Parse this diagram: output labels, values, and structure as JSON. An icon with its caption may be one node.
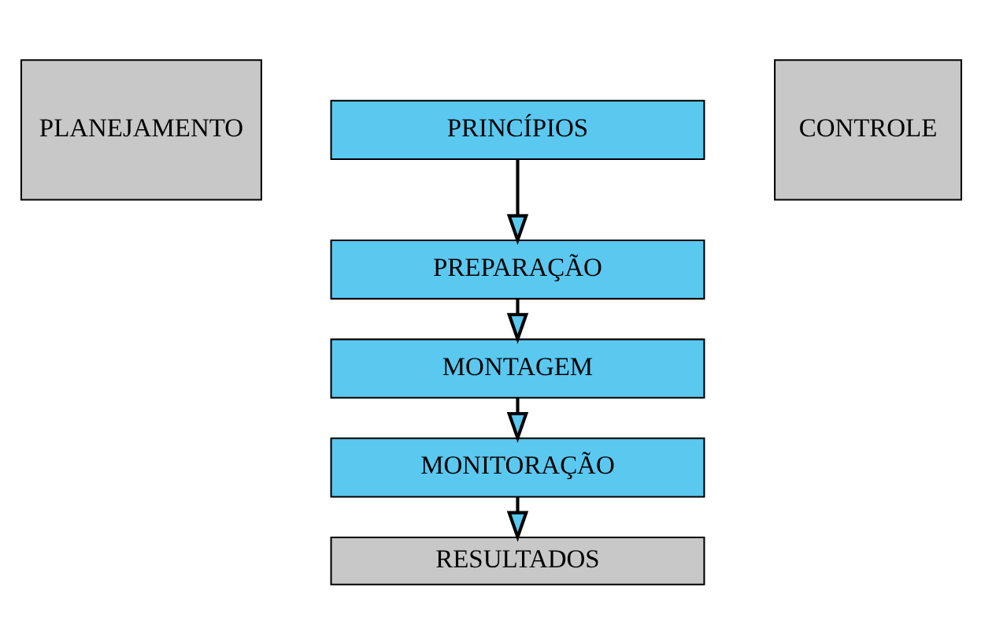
{
  "diagram": {
    "nodes": [
      {
        "text": [
          "PLANEJAMENTO"
        ]
      },
      {
        "text": [
          "PRINCÍPIOS"
        ]
      },
      {
        "text": [
          "PREPARAÇÃO"
        ]
      },
      {
        "text": [
          "MONTAGEM"
        ]
      },
      {
        "text": [
          "MONITORAÇÃO"
        ]
      },
      {
        "text": [
          "RESULTADOS"
        ]
      },
      {
        "text": [
          "CONTROLE"
        ]
      }
    ],
    "edges": [
      {
        "from": 1,
        "to": 2,
        "arrow": "to"
      },
      {
        "from": 2,
        "to": 3,
        "arrow": "to"
      },
      {
        "from": 3,
        "to": 4,
        "arrow": "to"
      },
      {
        "from": 4,
        "to": 5,
        "arrow": "to"
      }
    ]
  }
}
